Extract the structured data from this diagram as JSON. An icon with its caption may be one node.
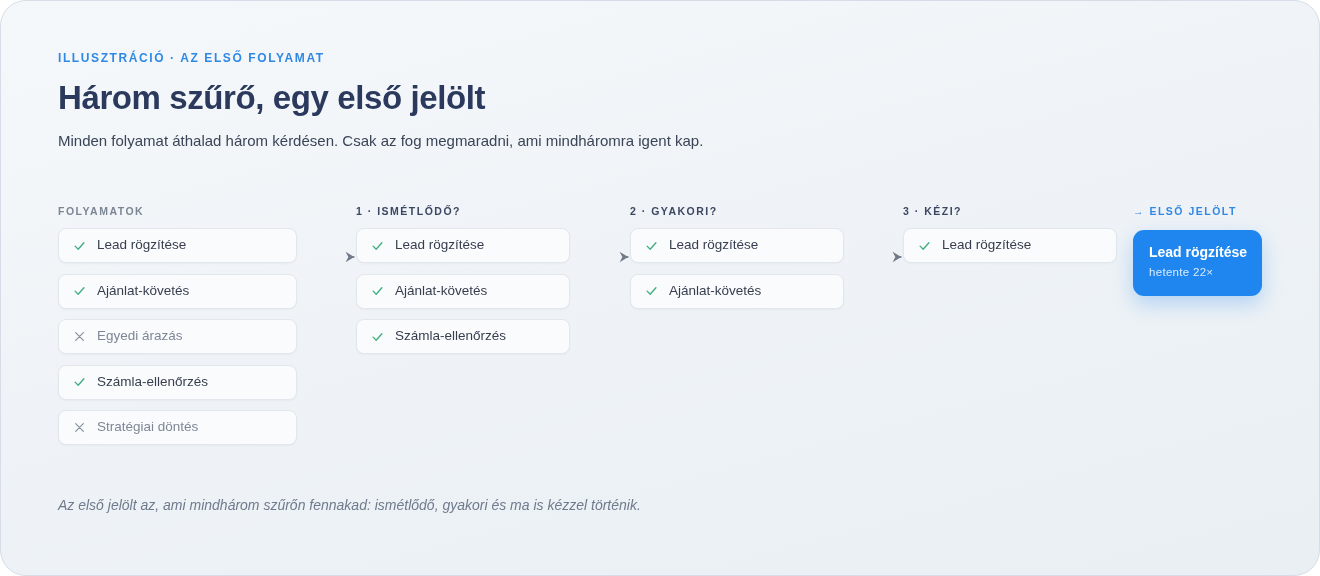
{
  "diagram": {
    "title": "Három szűrő, egy első jelölt",
    "caption": "Az első jelölt az, ami mindhárom szűrőn fennakad: ismétlődő, gyakori és ma is kézzel történik.",
    "nodes": [
      {
        "text": [
          "Lead rögzítése"
        ]
      },
      {
        "text": [
          "Ajánlat-követés"
        ]
      },
      {
        "text": [
          "Egyedi árazás"
        ]
      },
      {
        "text": [
          "Számla-ellenőrzés"
        ]
      },
      {
        "text": [
          "Stratégiai döntés"
        ]
      },
      {
        "text": [
          "Lead rögzítése"
        ]
      },
      {
        "text": [
          "Ajánlat-követés"
        ]
      },
      {
        "text": [
          "Számla-ellenőrzés"
        ]
      },
      {
        "text": [
          "Lead rögzítése"
        ]
      },
      {
        "text": [
          "Ajánlat-követés"
        ]
      },
      {
        "text": [
          "Lead rögzítése"
        ]
      },
      {
        "text": [
          "Lead rögzítése",
          "hetente 22×"
        ]
      }
    ],
    "edges": [
      {
        "from": 0,
        "to": 5,
        "arrow": "to"
      },
      {
        "from": 5,
        "to": 8,
        "arrow": "to"
      },
      {
        "from": 8,
        "to": 10,
        "arrow": "to"
      }
    ],
    "labels": [
      "ILLUSZTRÁCIÓ · AZ ELSŐ FOLYAMAT",
      "Minden folyamat áthalad három kérdésen. Csak az fog megmaradni, ami mindháromra igent kap.",
      "FOLYAMATOK",
      "1 · ISMÉTLŐDŐ?",
      "2 · GYAKORI?",
      "3 · KÉZI?",
      "→ ELSŐ JELÖLT"
    ]
  }
}
